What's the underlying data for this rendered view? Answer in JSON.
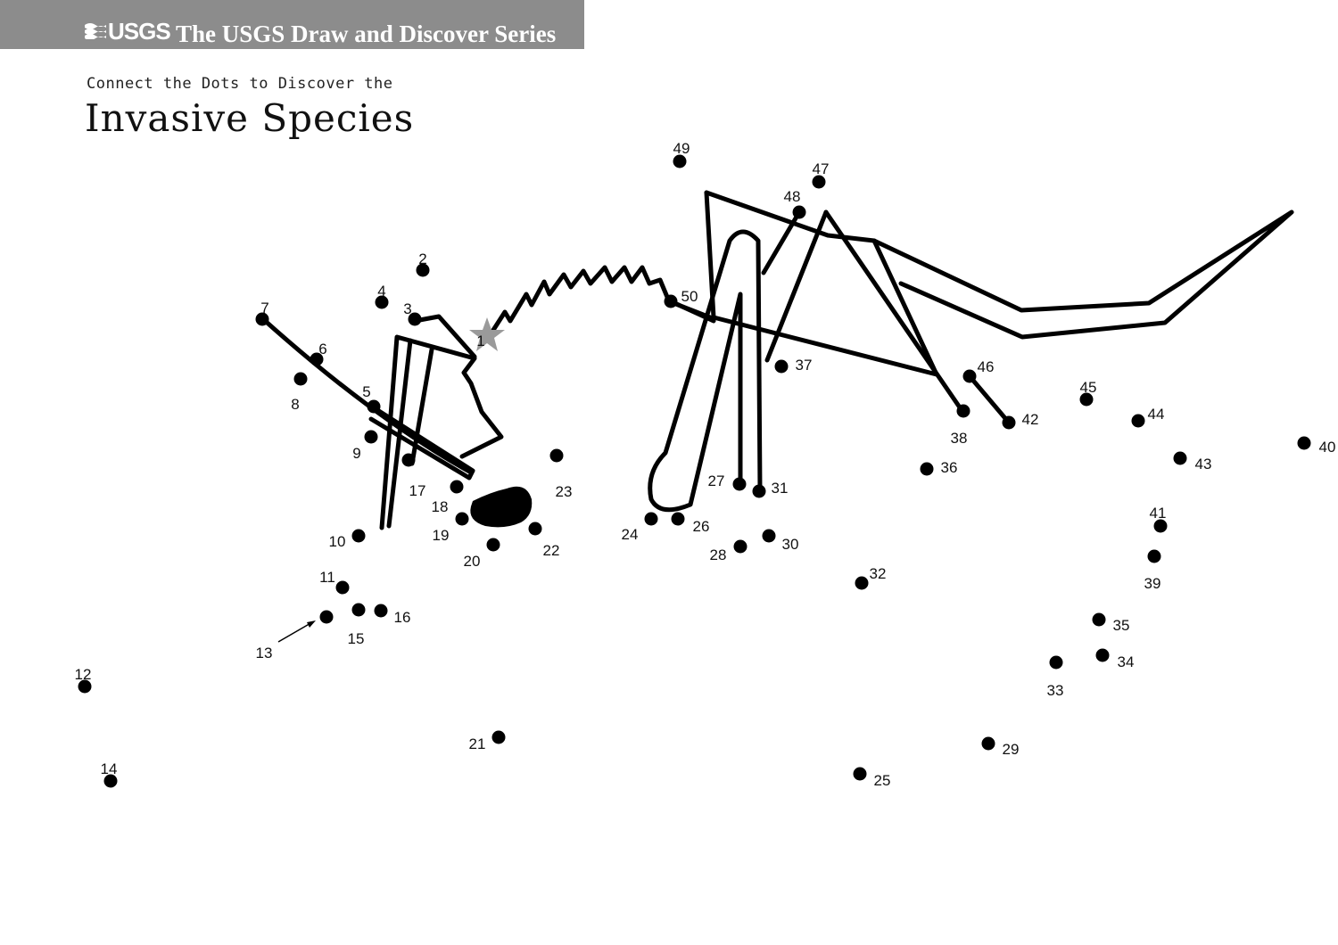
{
  "header": {
    "logo_text": "USGS",
    "series_title": "The USGS Draw and Discover Series",
    "bar_color": "#8c8c8c"
  },
  "subtitle": "Connect the Dots to Discover the",
  "title": "Invasive Species",
  "start_marker": "star-icon",
  "dots": [
    {
      "n": "1"
    },
    {
      "n": "2"
    },
    {
      "n": "3"
    },
    {
      "n": "4"
    },
    {
      "n": "5"
    },
    {
      "n": "6"
    },
    {
      "n": "7"
    },
    {
      "n": "8"
    },
    {
      "n": "9"
    },
    {
      "n": "10"
    },
    {
      "n": "11"
    },
    {
      "n": "12"
    },
    {
      "n": "13"
    },
    {
      "n": "14"
    },
    {
      "n": "15"
    },
    {
      "n": "16"
    },
    {
      "n": "17"
    },
    {
      "n": "18"
    },
    {
      "n": "19"
    },
    {
      "n": "20"
    },
    {
      "n": "21"
    },
    {
      "n": "22"
    },
    {
      "n": "23"
    },
    {
      "n": "24"
    },
    {
      "n": "25"
    },
    {
      "n": "26"
    },
    {
      "n": "27"
    },
    {
      "n": "28"
    },
    {
      "n": "29"
    },
    {
      "n": "30"
    },
    {
      "n": "31"
    },
    {
      "n": "32"
    },
    {
      "n": "33"
    },
    {
      "n": "34"
    },
    {
      "n": "35"
    },
    {
      "n": "36"
    },
    {
      "n": "37"
    },
    {
      "n": "38"
    },
    {
      "n": "39"
    },
    {
      "n": "40"
    },
    {
      "n": "41"
    },
    {
      "n": "42"
    },
    {
      "n": "43"
    },
    {
      "n": "44"
    },
    {
      "n": "45"
    },
    {
      "n": "46"
    },
    {
      "n": "47"
    },
    {
      "n": "48"
    },
    {
      "n": "49"
    },
    {
      "n": "50"
    }
  ]
}
